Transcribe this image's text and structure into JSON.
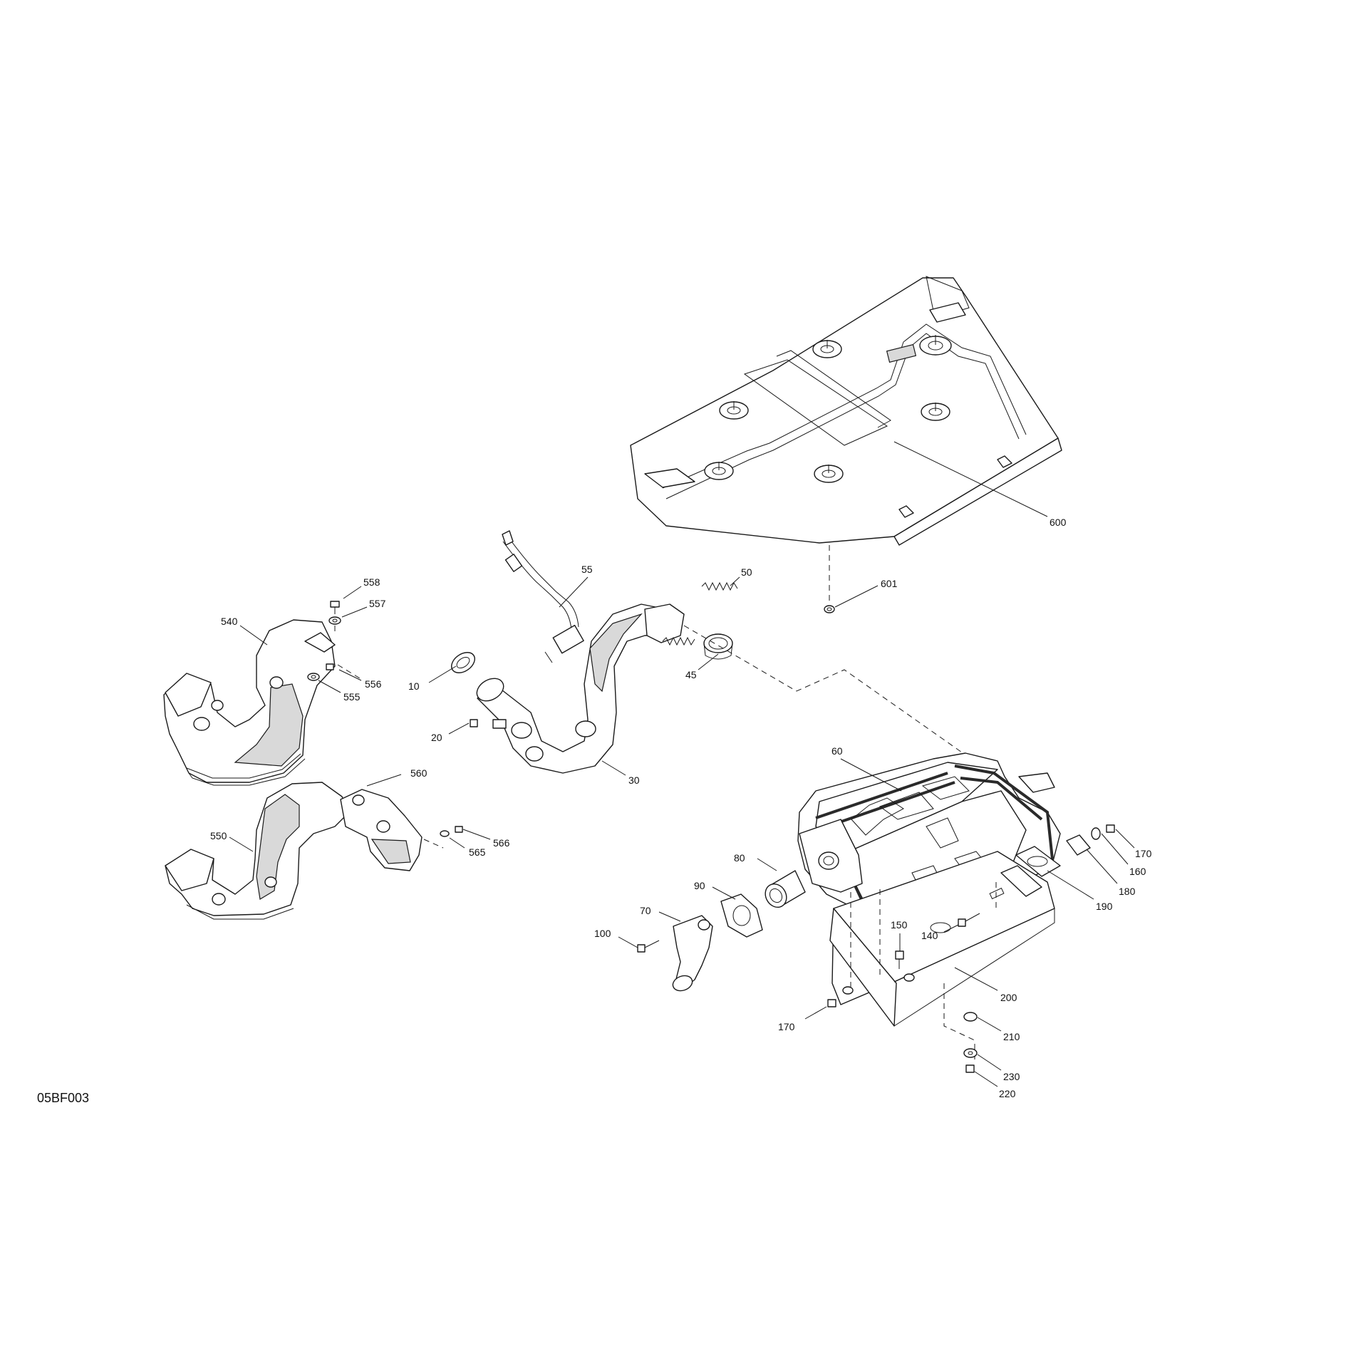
{
  "drawing_code": "05BF003",
  "callouts": [
    {
      "id": "c10",
      "text": "10"
    },
    {
      "id": "c20",
      "text": "20"
    },
    {
      "id": "c30",
      "text": "30"
    },
    {
      "id": "c45",
      "text": "45"
    },
    {
      "id": "c50",
      "text": "50"
    },
    {
      "id": "c55",
      "text": "55"
    },
    {
      "id": "c60",
      "text": "60"
    },
    {
      "id": "c70",
      "text": "70"
    },
    {
      "id": "c80",
      "text": "80"
    },
    {
      "id": "c90",
      "text": "90"
    },
    {
      "id": "c100",
      "text": "100"
    },
    {
      "id": "c140",
      "text": "140"
    },
    {
      "id": "c150",
      "text": "150"
    },
    {
      "id": "c160",
      "text": "160"
    },
    {
      "id": "c170a",
      "text": "170"
    },
    {
      "id": "c170b",
      "text": "170"
    },
    {
      "id": "c180",
      "text": "180"
    },
    {
      "id": "c190",
      "text": "190"
    },
    {
      "id": "c200",
      "text": "200"
    },
    {
      "id": "c210",
      "text": "210"
    },
    {
      "id": "c220",
      "text": "220"
    },
    {
      "id": "c230",
      "text": "230"
    },
    {
      "id": "c540",
      "text": "540"
    },
    {
      "id": "c550",
      "text": "550"
    },
    {
      "id": "c555",
      "text": "555"
    },
    {
      "id": "c556",
      "text": "556"
    },
    {
      "id": "c557",
      "text": "557"
    },
    {
      "id": "c558",
      "text": "558"
    },
    {
      "id": "c560",
      "text": "560"
    },
    {
      "id": "c565",
      "text": "565"
    },
    {
      "id": "c566",
      "text": "566"
    },
    {
      "id": "c600",
      "text": "600"
    },
    {
      "id": "c601",
      "text": "601"
    }
  ]
}
